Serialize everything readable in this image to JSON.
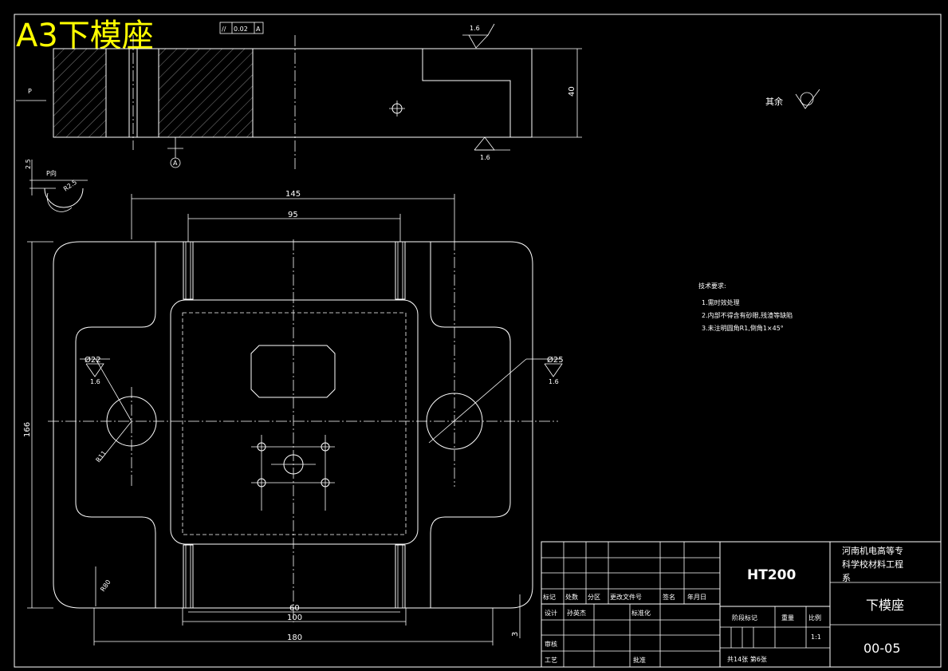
{
  "drawing_title": "A3下模座",
  "tolerance_frame": {
    "symbol": "//",
    "value": "0.02",
    "datum": "A"
  },
  "top_view": {
    "height_dim": "40",
    "roughness_top": "1.6",
    "roughness_bottom": "1.6",
    "section_label": "P",
    "datum_label": "A"
  },
  "detail": {
    "label": "P向",
    "dim_depth": "2.5",
    "radius": "R2.5"
  },
  "other_surfaces": "其余",
  "plan_view": {
    "dim_145": "145",
    "dim_95": "95",
    "dim_166": "166",
    "dim_60": "60",
    "dim_100": "100",
    "dim_180": "180",
    "dim_3": "3",
    "hole_left_dia": "Ø22",
    "hole_right_dia": "Ø25",
    "hole_left_rough": "1.6",
    "hole_right_rough": "1.6",
    "r11": "R11",
    "r80": "R80"
  },
  "tech_requirements": {
    "heading": "技术要求:",
    "items": [
      "1.需时效处理",
      "2.内部不得含有砂眼,残渣等缺陷",
      "3.未注明圆角R1,倒角1×45°"
    ]
  },
  "title_block": {
    "material": "HT200",
    "school_line1": "河南机电高等专",
    "school_line2": "科学校材料工程",
    "school_line3": "系",
    "part_name": "下模座",
    "drawing_no": "00-05",
    "col_mark": "标记",
    "col_count": "处数",
    "col_zone": "分区",
    "col_change_doc": "更改文件号",
    "col_sign": "签名",
    "col_date": "年月日",
    "design_label": "设计",
    "designer": "孙英杰",
    "standard_label": "标准化",
    "stage_label": "阶段标记",
    "weight_label": "重量",
    "scale_label": "比例",
    "scale_value": "1:1",
    "review_label": "审核",
    "process_label": "工艺",
    "approve_label": "批准",
    "sheets": "共14张 第6张"
  }
}
